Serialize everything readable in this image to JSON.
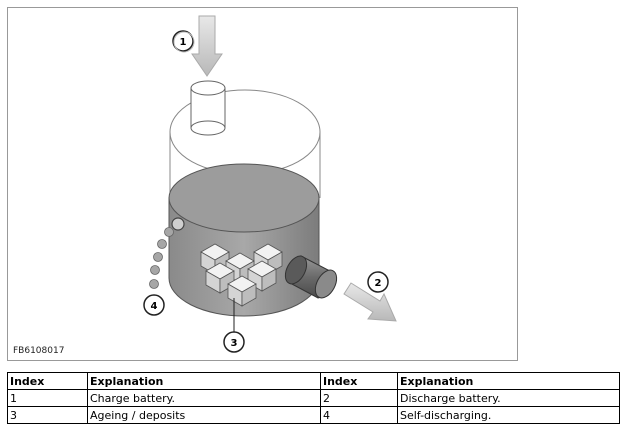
{
  "figure": {
    "code": "FB6108017",
    "callouts": [
      "1",
      "2",
      "3",
      "4"
    ]
  },
  "legend": {
    "headers": [
      "Index",
      "Explanation",
      "Index",
      "Explanation"
    ],
    "rows": [
      [
        "1",
        "Charge battery.",
        "2",
        "Discharge battery."
      ],
      [
        "3",
        "Ageing / deposits",
        "4",
        "Self-discharging."
      ]
    ]
  }
}
